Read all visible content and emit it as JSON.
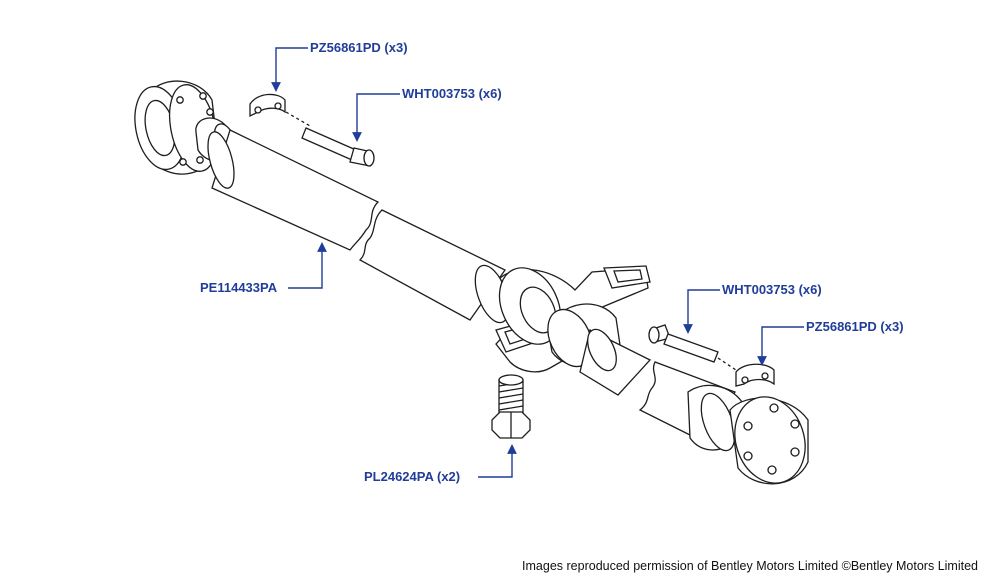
{
  "colors": {
    "callout": "#1f3d99",
    "line": "#1e1e1e",
    "fill": "#ffffff"
  },
  "callouts": {
    "yoke_clamp_top": "PZ56861PD (x3)",
    "bolt_top": "WHT003753 (x6)",
    "propshaft": "PE114433PA",
    "bolt_right": "WHT003753 (x6)",
    "yoke_clamp_right": "PZ56861PD (x3)",
    "bearing_bolt": "PL24624PA (x2)"
  },
  "credit": "Images reproduced permission of Bentley Motors Limited ©Bentley Motors Limited"
}
